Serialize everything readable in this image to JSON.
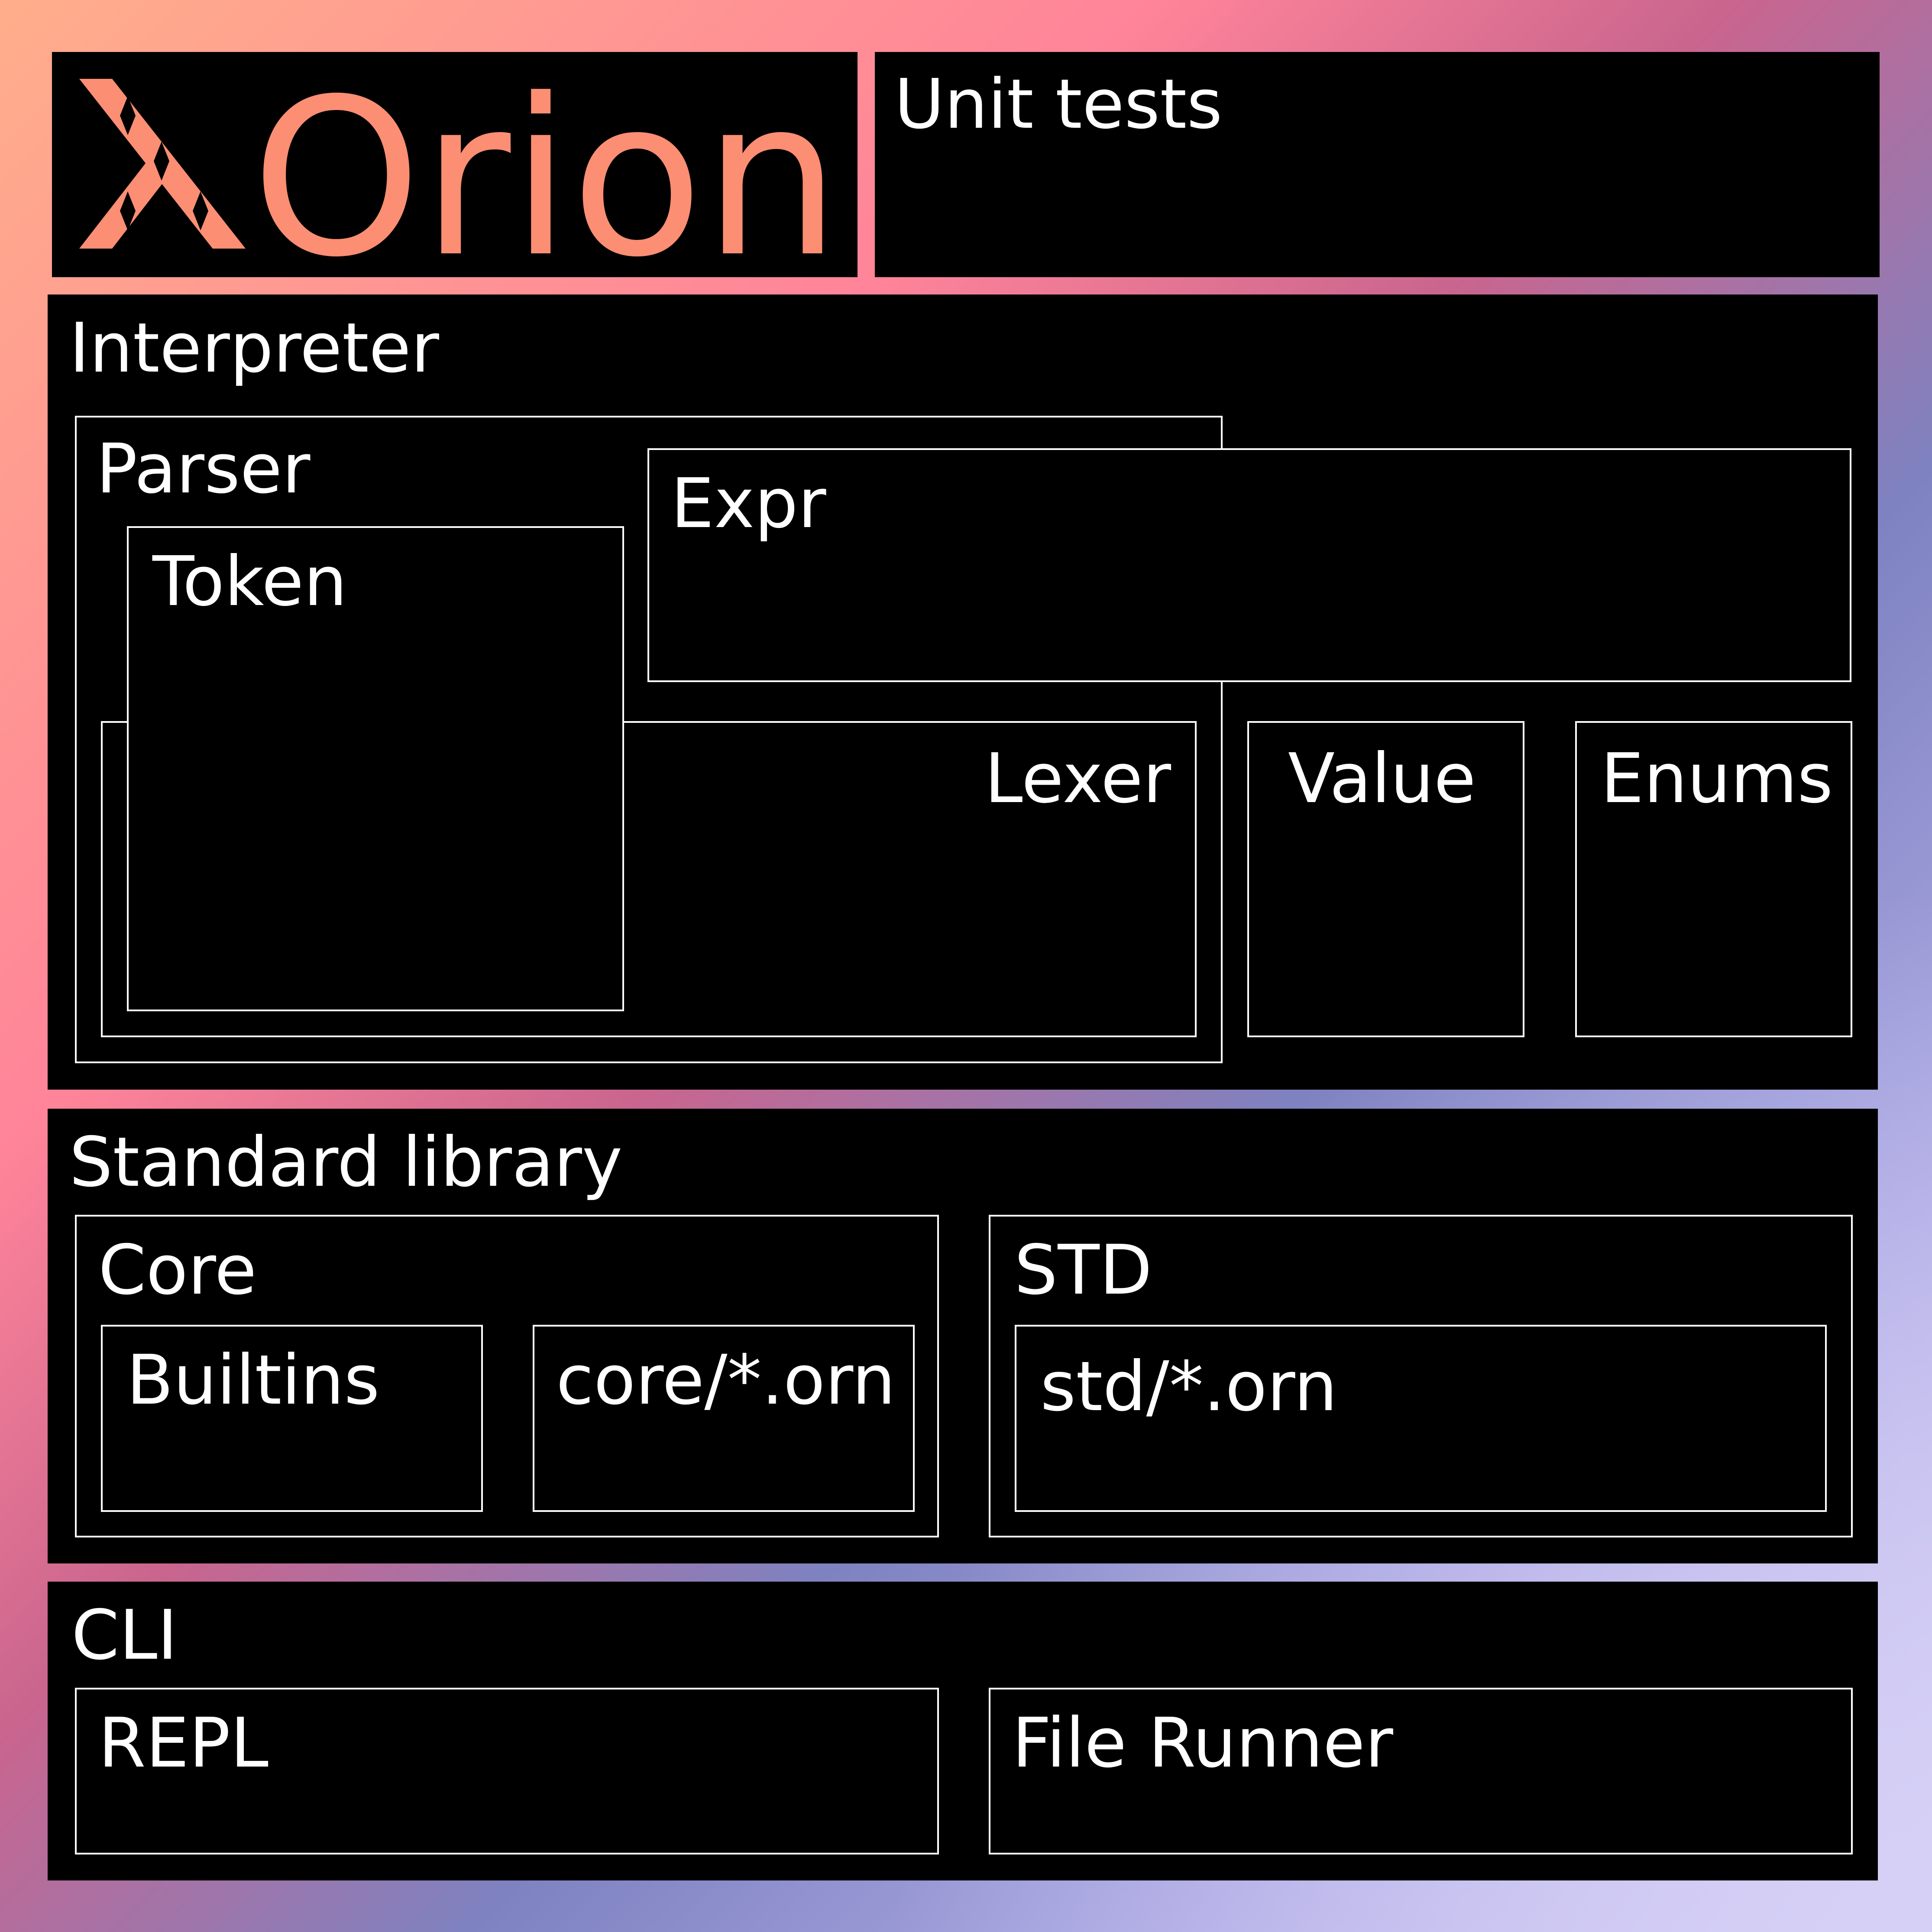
{
  "brand": {
    "name": "Orion",
    "color": "#fb8e73",
    "logo_icon": "lambda-diamond-icon"
  },
  "unit_tests": {
    "label": "Unit tests"
  },
  "interpreter": {
    "label": "Interpreter",
    "parser": {
      "label": "Parser",
      "token": "Token",
      "lexer": "Lexer"
    },
    "expr": "Expr",
    "value": "Value",
    "enums": "Enums"
  },
  "standard_library": {
    "label": "Standard library",
    "core": {
      "label": "Core",
      "builtins": "Builtins",
      "files": "core/*.orn"
    },
    "std": {
      "label": "STD",
      "files": "std/*.orn"
    }
  },
  "cli": {
    "label": "CLI",
    "repl": "REPL",
    "file_runner": "File Runner"
  },
  "colors": {
    "panel": "#000000",
    "border": "#ffffff",
    "text": "#ffffff"
  }
}
